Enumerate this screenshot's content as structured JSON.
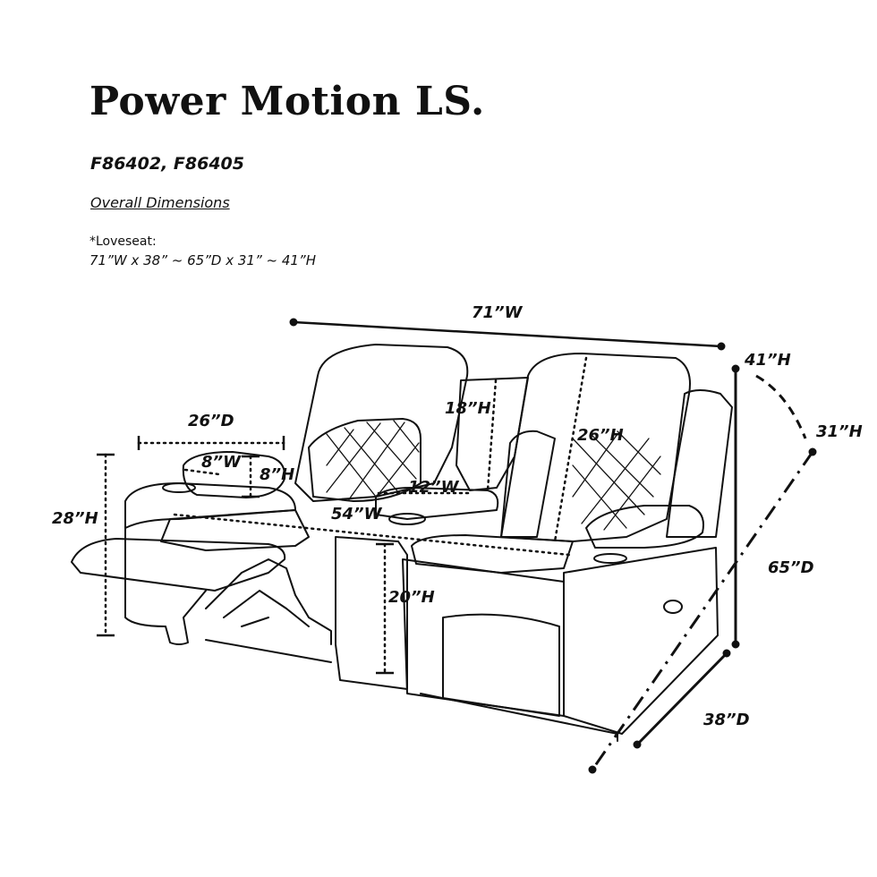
{
  "header": {
    "title": "Power Motion LS.",
    "models": "F86402, F86405",
    "overall_label": "Overall Dimensions",
    "item_label": "*Loveseat:",
    "spec": "71”W x 38” ~ 65”D x 31” ~ 41”H"
  },
  "dimensions": {
    "overall_width": "71”W",
    "height_max": "41”H",
    "height_min": "31”H",
    "depth_max": "65”D",
    "depth_min": "38”D",
    "arm_depth": "26”D",
    "arm_width": "8”W",
    "arm_height": "8”H",
    "arm_floor_height": "28”H",
    "back_height_console": "18”H",
    "back_height_seat": "26”H",
    "console_width": "12”W",
    "seat_width": "54”W",
    "seat_height": "20”H"
  },
  "colors": {
    "line": "#111111",
    "background": "#ffffff"
  }
}
